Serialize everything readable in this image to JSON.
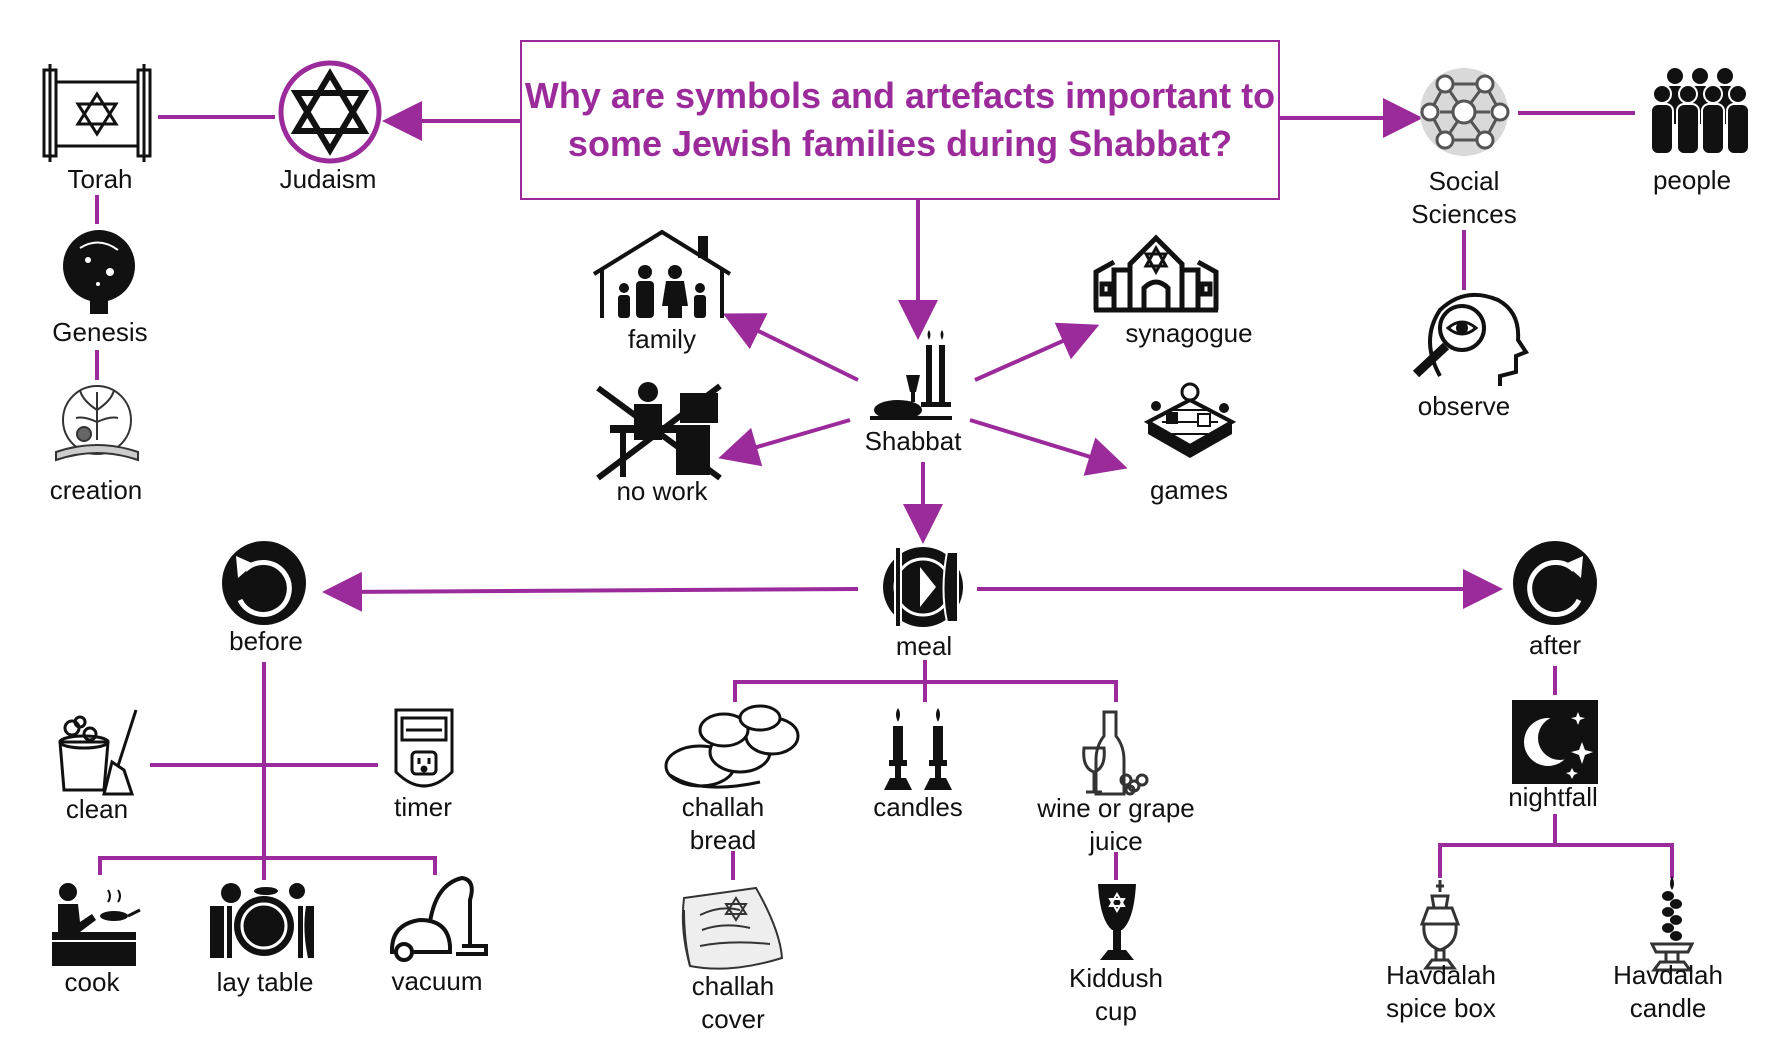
{
  "title": "Why are symbols and artefacts important to some Jewish families during Shabbat?",
  "colors": {
    "accent": "#9b2a9b",
    "icon": "#111111",
    "text": "#111111"
  },
  "nodes": {
    "judaism": "Judaism",
    "torah": "Torah",
    "genesis": "Genesis",
    "creation": "creation",
    "social_sciences_1": "Social",
    "social_sciences_2": "Sciences",
    "people": "people",
    "observe": "observe",
    "family": "family",
    "no_work": "no work",
    "shabbat": "Shabbat",
    "synagogue": "synagogue",
    "games": "games",
    "meal": "meal",
    "before": "before",
    "after": "after",
    "clean": "clean",
    "timer": "timer",
    "cook": "cook",
    "lay_table": "lay table",
    "vacuum": "vacuum",
    "challah_bread_1": "challah",
    "challah_bread_2": "bread",
    "candles": "candles",
    "wine_1": "wine or grape",
    "wine_2": "juice",
    "challah_cover_1": "challah",
    "challah_cover_2": "cover",
    "kiddush_1": "Kiddush",
    "kiddush_2": "cup",
    "nightfall": "nightfall",
    "spice_1": "Havdalah",
    "spice_2": "spice box",
    "hcandle_1": "Havdalah",
    "hcandle_2": "candle"
  },
  "icons": {
    "judaism": "star-of-david-icon",
    "torah": "torah-scroll-icon",
    "genesis": "genesis-icon",
    "creation": "creation-icon",
    "social_sciences": "network-icon",
    "people": "people-icon",
    "observe": "observe-icon",
    "family": "family-house-icon",
    "no_work": "no-work-icon",
    "shabbat": "shabbat-table-icon",
    "synagogue": "synagogue-icon",
    "games": "games-icon",
    "meal": "meal-plate-icon",
    "before": "undo-arrow-icon",
    "after": "redo-arrow-icon",
    "clean": "cleaning-bucket-icon",
    "timer": "timer-plug-icon",
    "cook": "cook-icon",
    "lay_table": "table-setting-icon",
    "vacuum": "vacuum-cleaner-icon",
    "challah": "challah-bread-icon",
    "candles": "candlesticks-icon",
    "wine": "wine-bottle-icon",
    "challah_cover": "challah-cover-icon",
    "kiddush": "kiddush-cup-icon",
    "nightfall": "moon-stars-icon",
    "spice_box": "spice-box-icon",
    "havdalah_candle": "havdalah-candle-icon"
  }
}
